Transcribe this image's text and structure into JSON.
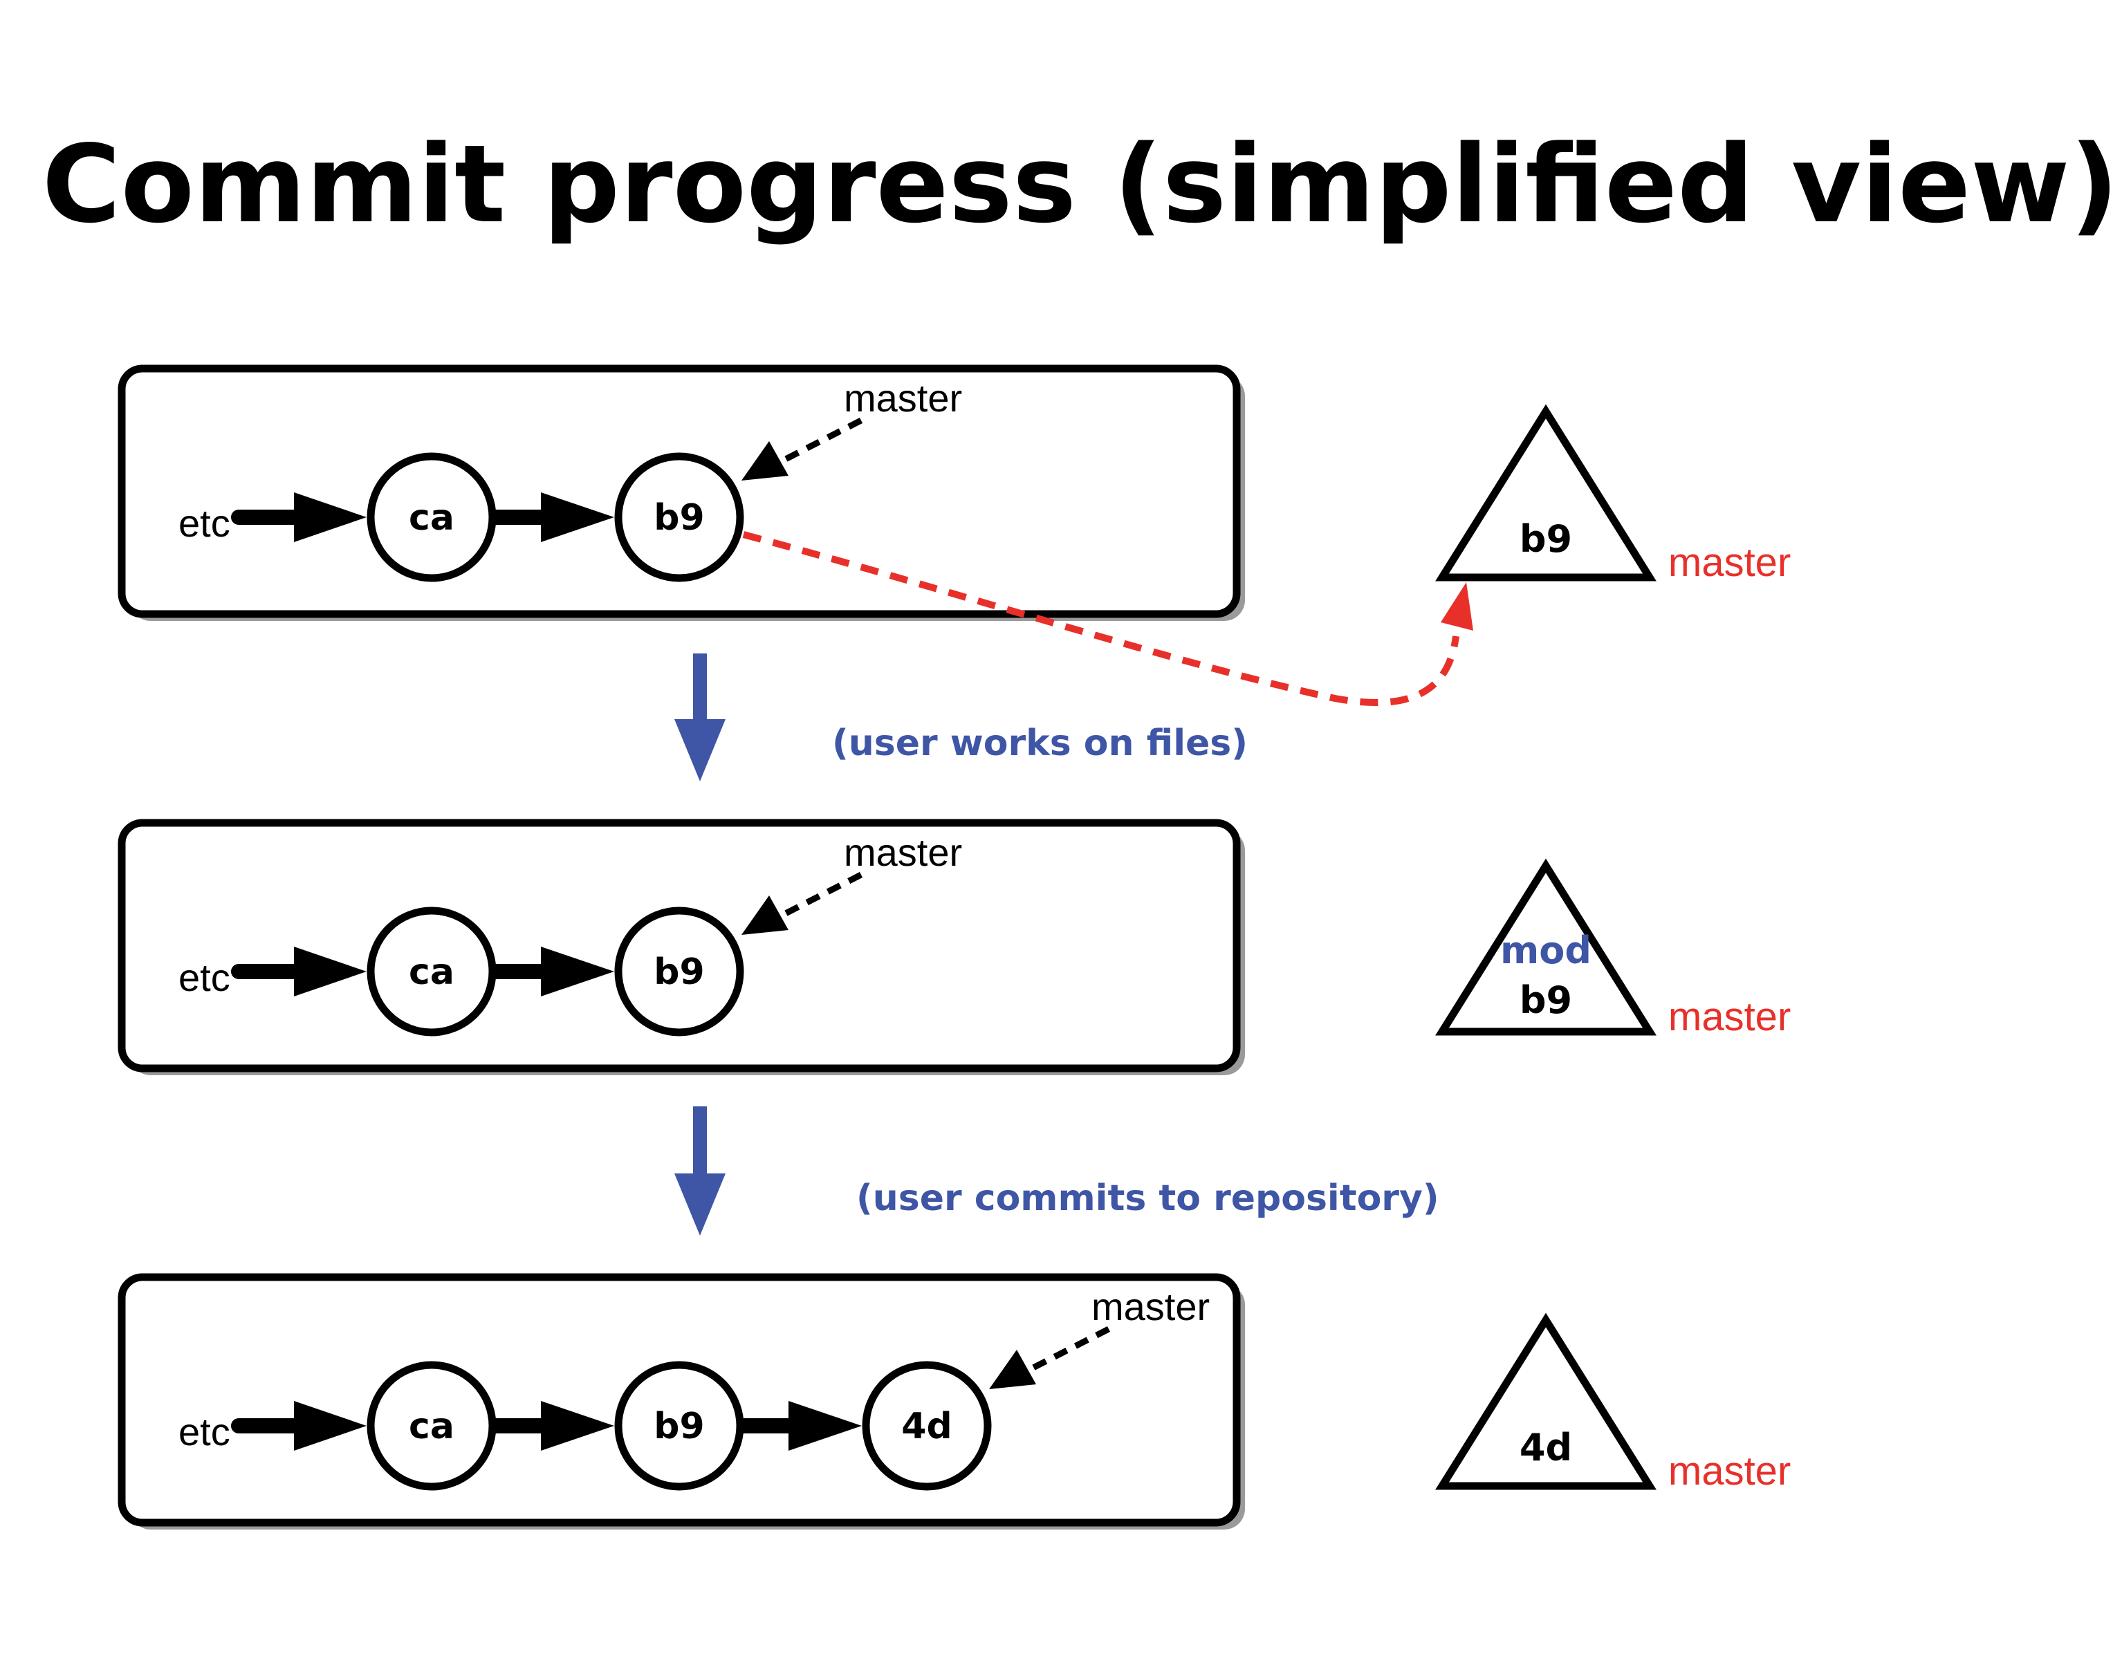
{
  "title": "Commit progress (simplified view)",
  "colors": {
    "black": "#000000",
    "red": "#e8302a",
    "blue": "#3f56a6",
    "shadow": "#9a9a9a"
  },
  "panels": [
    {
      "etc_label": "etc",
      "commits": [
        "ca",
        "b9"
      ],
      "branch_label": "master"
    },
    {
      "etc_label": "etc",
      "commits": [
        "ca",
        "b9"
      ],
      "branch_label": "master"
    },
    {
      "etc_label": "etc",
      "commits": [
        "ca",
        "b9",
        "4d"
      ],
      "branch_label": "master"
    }
  ],
  "steps": [
    {
      "label": "(user works on files)"
    },
    {
      "label": "(user commits to repository)"
    }
  ],
  "working_trees": [
    {
      "mod_label": "",
      "label": "b9",
      "branch_label": "master"
    },
    {
      "mod_label": "mod",
      "label": "b9",
      "branch_label": "master"
    },
    {
      "mod_label": "",
      "label": "4d",
      "branch_label": "master"
    }
  ]
}
